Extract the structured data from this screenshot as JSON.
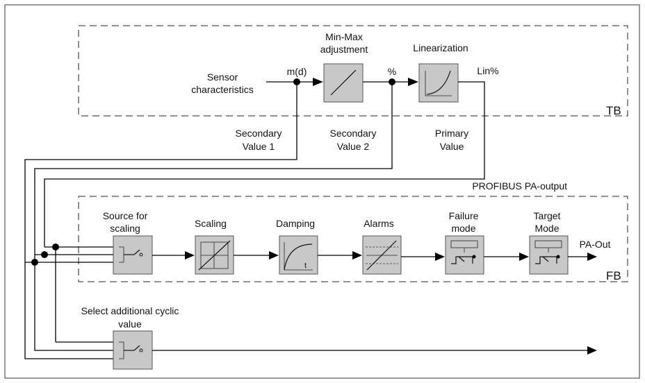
{
  "transducer_block": {
    "tag": "TB",
    "sensor_label": [
      "Sensor",
      "characteristics"
    ],
    "md_label": "m(d)",
    "minmax_label": [
      "Min-Max",
      "adjustment"
    ],
    "percent_label": "%",
    "linearization_label": "Linearization",
    "lin_percent_label": "Lin%"
  },
  "values": {
    "secondary_value_1": [
      "Secondary",
      "Value 1"
    ],
    "secondary_value_2": [
      "Secondary",
      "Value 2"
    ],
    "primary_value": [
      "Primary",
      "Value"
    ]
  },
  "function_block": {
    "tag": "FB",
    "header": "PROFIBUS PA-output",
    "source_label": [
      "Source for",
      "scaling"
    ],
    "scaling_label": "Scaling",
    "damping_label": "Damping",
    "damping_axis": "t",
    "alarms_label": "Alarms",
    "failure_label": [
      "Failure",
      "mode"
    ],
    "target_label": [
      "Target",
      "Mode"
    ],
    "pa_out_label": "PA-Out"
  },
  "additional": {
    "select_label": [
      "Select additional cyclic",
      "value"
    ]
  }
}
